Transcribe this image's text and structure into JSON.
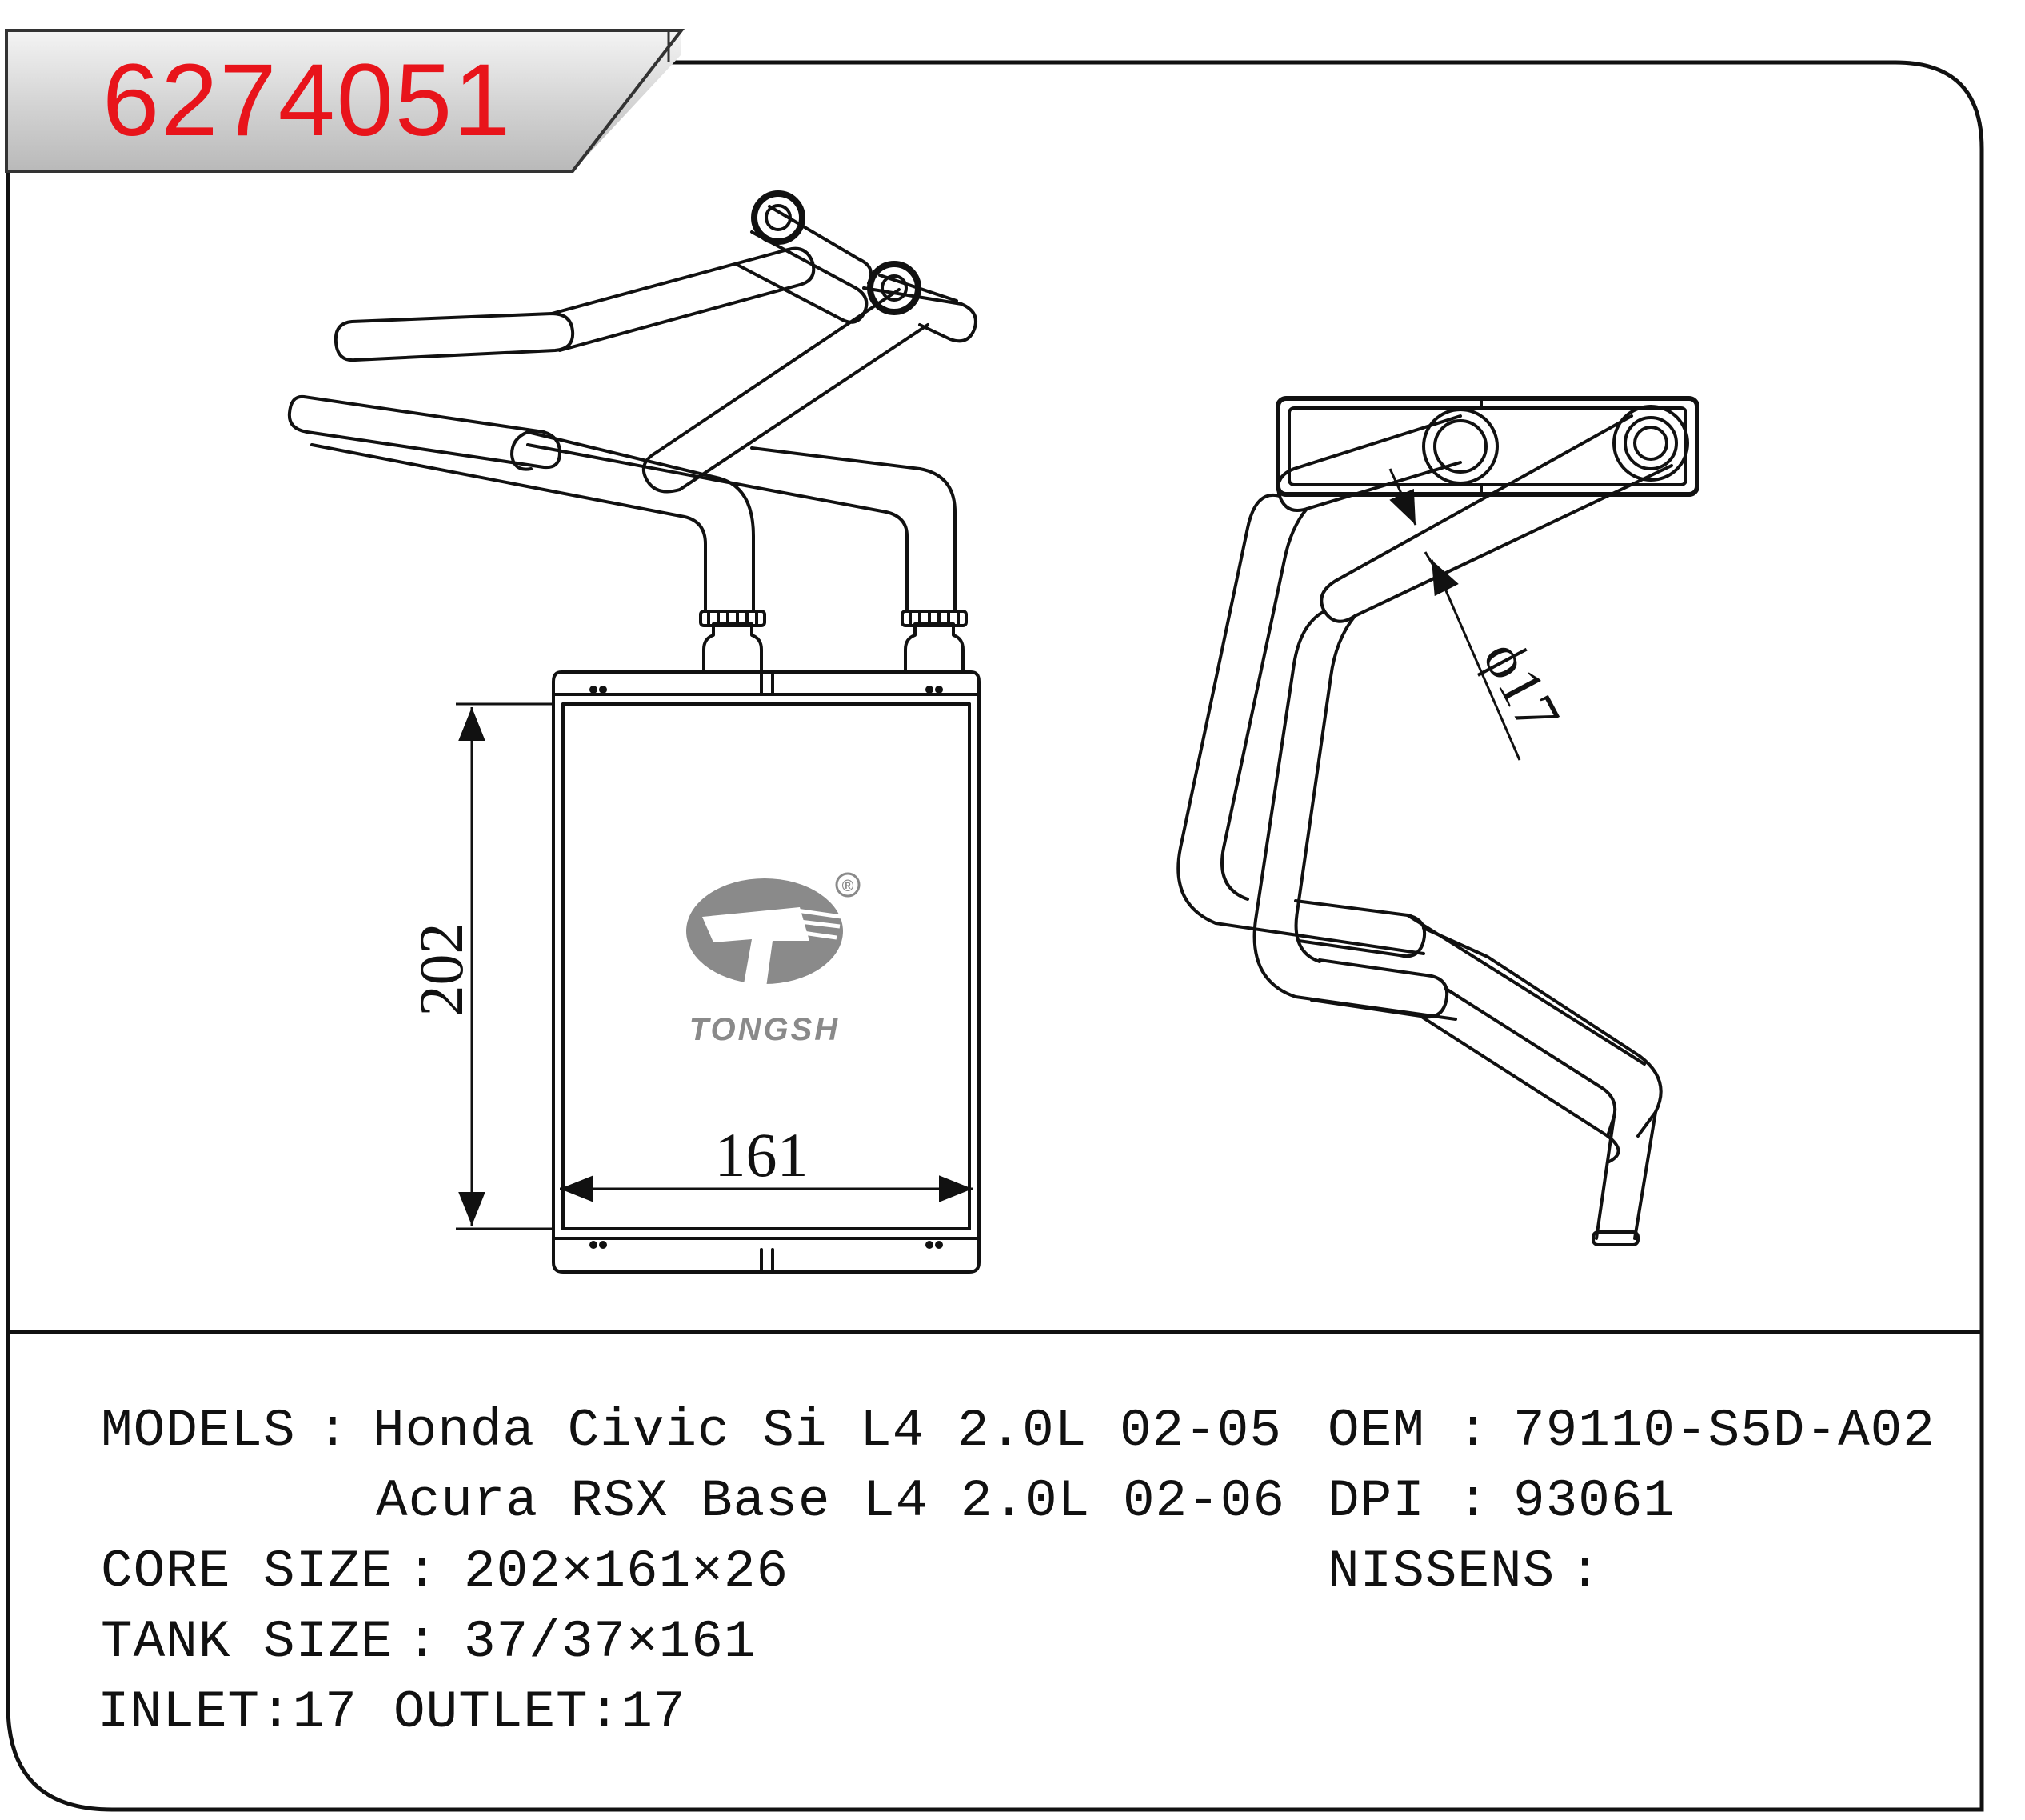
{
  "part_number": "6274051",
  "brand": {
    "name": "TONGSH",
    "registered_mark": "®"
  },
  "dimensions": {
    "height_label": "202",
    "width_label": "161",
    "pipe_diameter_label": "ϕ17"
  },
  "specs": {
    "models_label": "MODELS",
    "models_sep": ":",
    "model_1": "Honda Civic Si L4 2.0L 02-05",
    "model_2": "Acura RSX Base L4 2.0L 02-06",
    "core_size_label": "CORE SIZE",
    "core_size_sep": ":",
    "core_size_value": "202×161×26",
    "tank_size_label": "TANK SIZE",
    "tank_size_sep": ":",
    "tank_size_value": "37/37×161",
    "inlet": "INLET:17",
    "outlet": "OUTLET:17",
    "oem_label": "OEM",
    "oem_sep": ":",
    "oem_value": "79110-S5D-A02",
    "dpi_label": "DPI",
    "dpi_sep": ":",
    "dpi_value": "93061",
    "nissens_label": "NISSENS",
    "nissens_sep": ":",
    "nissens_value": ""
  },
  "colors": {
    "part_number": "#e8141b",
    "line": "#111111",
    "banner": "#cfcfcf",
    "logo": "#8a8a8a"
  }
}
